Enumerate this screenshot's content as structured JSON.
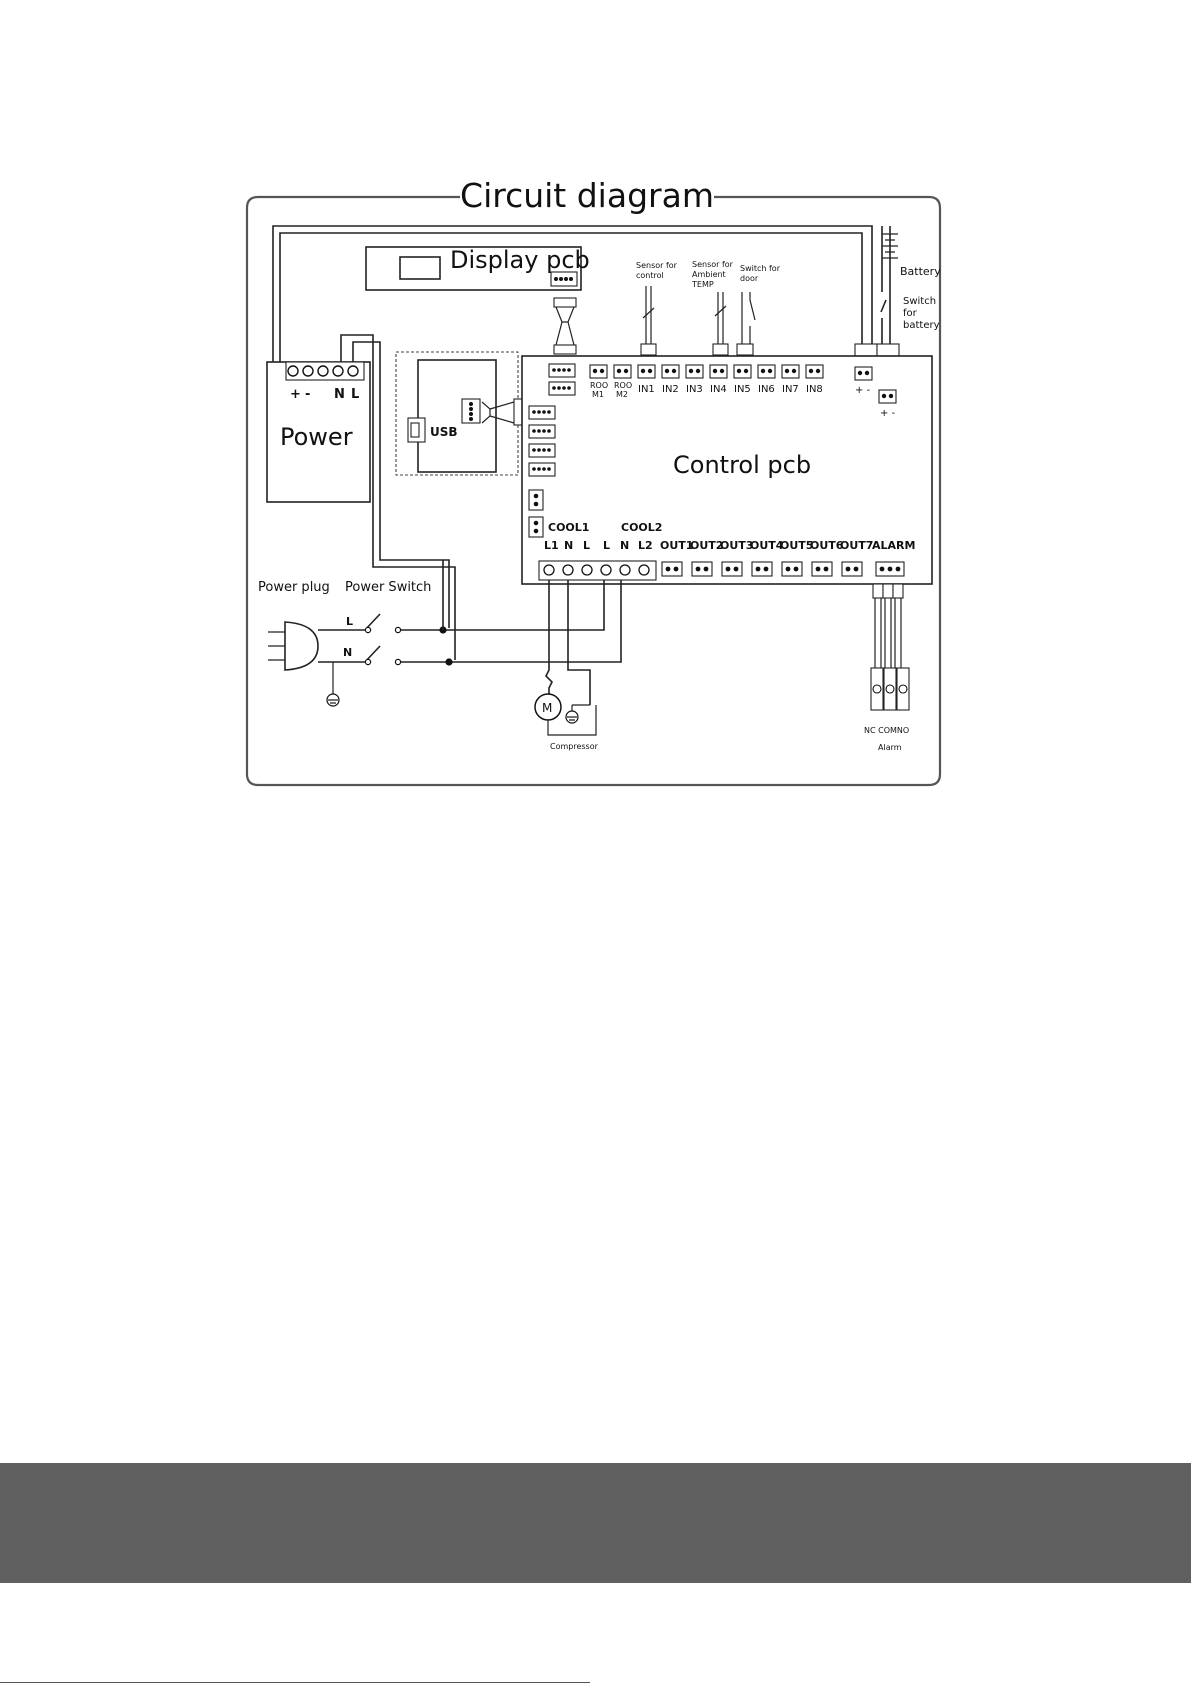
{
  "diagram": {
    "title": "Circuit diagram",
    "display_pcb": "Display pcb",
    "control_pcb": "Control pcb",
    "power": "Power",
    "usb": "USB",
    "power_terminals": {
      "plus": "+",
      "minus": "-",
      "n": "N",
      "l": "L"
    },
    "battery": "Battery",
    "battery_switch": [
      "Switch",
      "for",
      "battery"
    ],
    "sensor_control": [
      "Sensor for",
      "control"
    ],
    "sensor_ambient": [
      "Sensor for",
      "Ambient",
      "TEMP"
    ],
    "switch_door": [
      "Switch for",
      "door"
    ],
    "room1": [
      "ROO",
      "M1"
    ],
    "room2": [
      "ROO",
      "M2"
    ],
    "inputs": [
      "IN1",
      "IN2",
      "IN3",
      "IN4",
      "IN5",
      "IN6",
      "IN7",
      "IN8"
    ],
    "battery_terminal_top": "+ -",
    "battery_terminal_bottom": "+ -",
    "cool1": "COOL1",
    "cool2": "COOL2",
    "cool_terminals": [
      "L1",
      "N",
      "L",
      "L",
      "N",
      "L2"
    ],
    "outputs": [
      "OUT1",
      "OUT2",
      "OUT3",
      "OUT4",
      "OUT5",
      "OUT6",
      "OUT7",
      "ALARM"
    ],
    "power_plug": "Power plug",
    "power_switch": "Power Switch",
    "line_l": "L",
    "line_n": "N",
    "motor": "M",
    "compressor": "Compressor",
    "alarm_contacts": "NC COMNO",
    "alarm": "Alarm"
  }
}
